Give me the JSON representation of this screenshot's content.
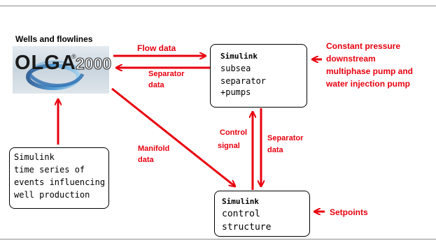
{
  "wells_title": "Wells and flowlines",
  "logo": {
    "text_left": "OLGA",
    "superscript": "®",
    "text_right": "2000"
  },
  "boxes": {
    "separator": {
      "lines": [
        "Simulink",
        "subsea",
        "separator",
        "+pumps"
      ]
    },
    "time_series": {
      "lines": [
        "Simulink",
        "time series of",
        "events influencing",
        "well production"
      ]
    },
    "control": {
      "lines": [
        "Simulink",
        "control",
        "structure"
      ]
    }
  },
  "labels": {
    "flow_data": "Flow data",
    "separator_data_top": [
      "Separator",
      "data"
    ],
    "constant_pressure": [
      "Constant pressure",
      "downstream",
      "multiphase pump and",
      "water injection pump"
    ],
    "manifold_data": [
      "Manifold",
      "data"
    ],
    "control_signal": [
      "Control",
      "signal"
    ],
    "separator_data_right": [
      "Separator",
      "data"
    ],
    "setpoints": "Setpoints"
  },
  "colors": {
    "arrow": "#e8000e",
    "text_red": "#e8000e",
    "box_border": "#000000"
  }
}
